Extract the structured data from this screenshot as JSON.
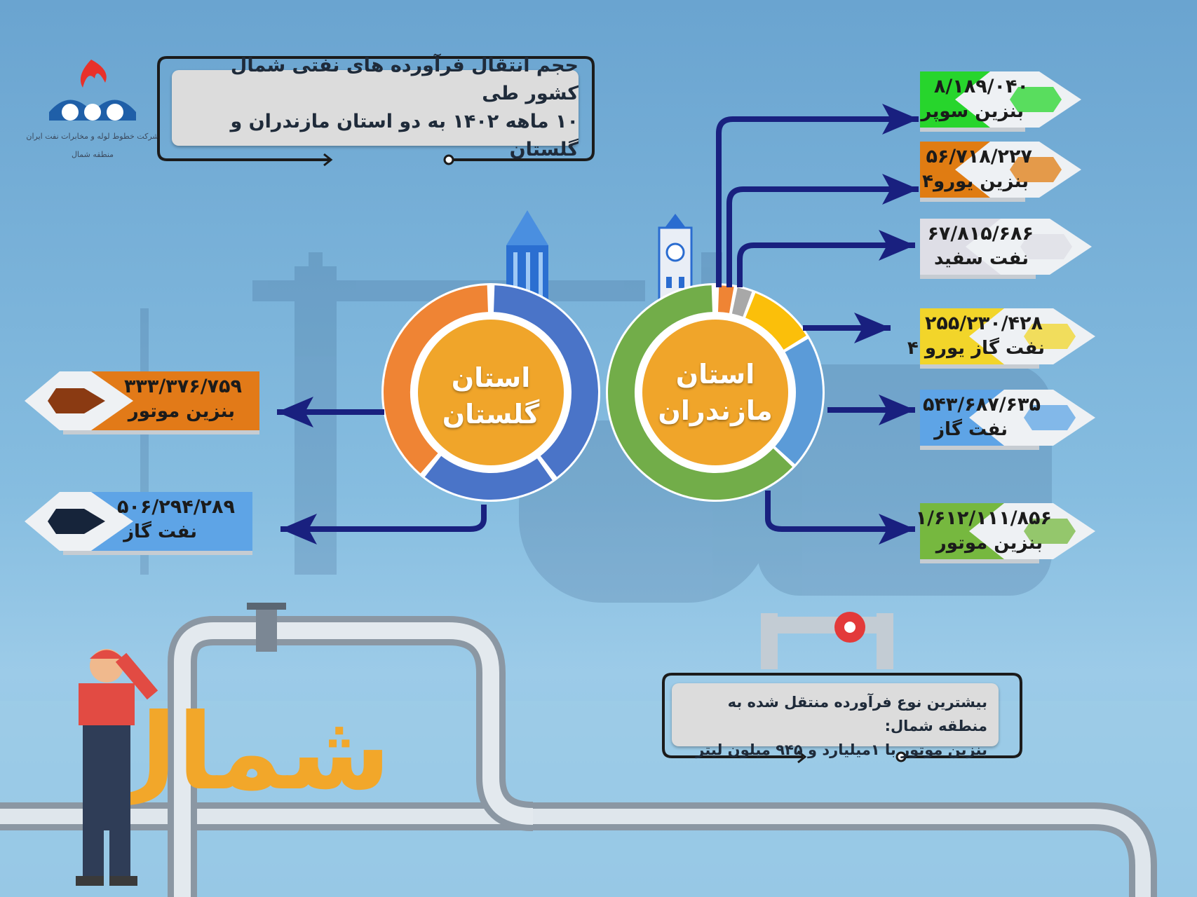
{
  "title": {
    "line1": "حجم انتقال فرآورده های نفتی شمال کشور طی",
    "line2": "۱۰ ماهه ۱۴۰۲ به دو استان مازندران و گلستان"
  },
  "logo": {
    "company_line1": "شرکت خطوط لوله و مخابرات نفت ایران",
    "company_line2": "منطقه شمال"
  },
  "provinces": {
    "golestan": {
      "line1": "استان",
      "line2": "گلستان"
    },
    "mazandaran": {
      "line1": "استان",
      "line2": "مازندران"
    }
  },
  "golestan_items": [
    {
      "value": "۳۳۳/۳۷۶/۷۵۹",
      "label": "بنزین موتور",
      "color": "#e27a18"
    },
    {
      "value": "۵۰۶/۲۹۴/۲۸۹",
      "label": "نفت گاز",
      "color": "#5ea4e6"
    }
  ],
  "mazandaran_items": [
    {
      "value": "۸/۱۸۹/۰۴۰",
      "label": "بنزین سوپر",
      "color": "#27d52c"
    },
    {
      "value": "۵۶/۷۱۸/۲۲۷",
      "label": "بنزین یورو۴",
      "color": "#e07c12"
    },
    {
      "value": "۶۷/۸۱۵/۶۸۶",
      "label": "نفت سفید",
      "color": "#dedee6"
    },
    {
      "value": "۲۵۵/۲۳۰/۴۲۸",
      "label": "نفت گاز یورو ۴",
      "color": "#f2d52a"
    },
    {
      "value": "۵۴۳/۶۸۷/۶۳۵",
      "label": "نفت گاز",
      "color": "#5ea4e6"
    },
    {
      "value": "۱/۶۱۲/۱۱۱/۸۵۶",
      "label": "بنزین موتور",
      "color": "#76b83f"
    }
  ],
  "note": {
    "line1": "بیشترین نوع فرآورده منتقل شده به منطقه شمال:",
    "line2": "بنزین موتور با ۱میلیارد و ۹۴۵ میلون لیتر"
  },
  "brand_word": "شمال",
  "colors": {
    "golestan_gasoline": "#ef8434",
    "golestan_gasoil": "#4a74c8",
    "mazandaran_gasoline": "#72ad49",
    "mazandaran_gasoil": "#5b9bd8",
    "mazandaran_gasoil_euro4": "#fbbf0a",
    "mazandaran_kerosene": "#a8a8a8",
    "mazandaran_euro4": "#ef8434",
    "mazandaran_super": "#72ad49",
    "center_fill": "#f0a52a",
    "arrow": "#19207f"
  }
}
